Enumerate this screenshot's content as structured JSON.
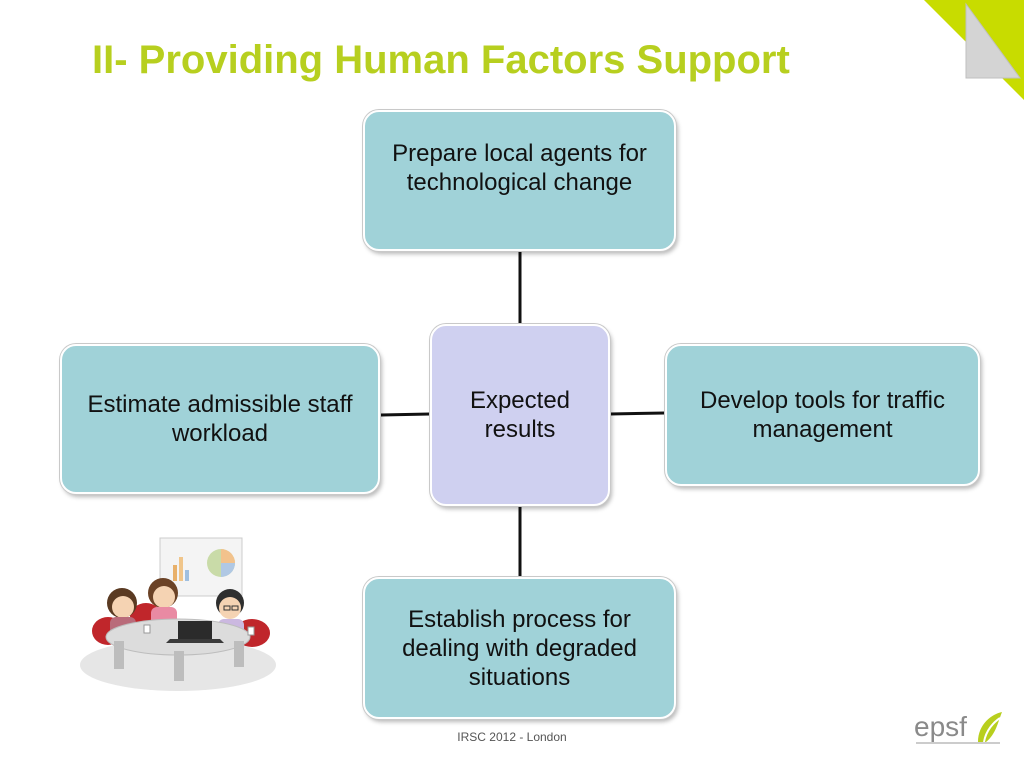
{
  "slide": {
    "title": "II- Providing Human Factors Support",
    "footer": "IRSC 2012 - London"
  },
  "diagram": {
    "center": "Expected results",
    "top": "Prepare local agents for technological change",
    "left": "Estimate admissible staff workload",
    "right": "Develop tools for traffic management",
    "bottom": "Establish process for dealing  with degraded situations"
  },
  "logo": {
    "text": "epsf"
  },
  "colors": {
    "title": "#b7cf1f",
    "outer_box": "#a0d2d8",
    "center_box": "#cfd0f0",
    "connector": "#111111",
    "corner_accent": "#c8dc00"
  }
}
